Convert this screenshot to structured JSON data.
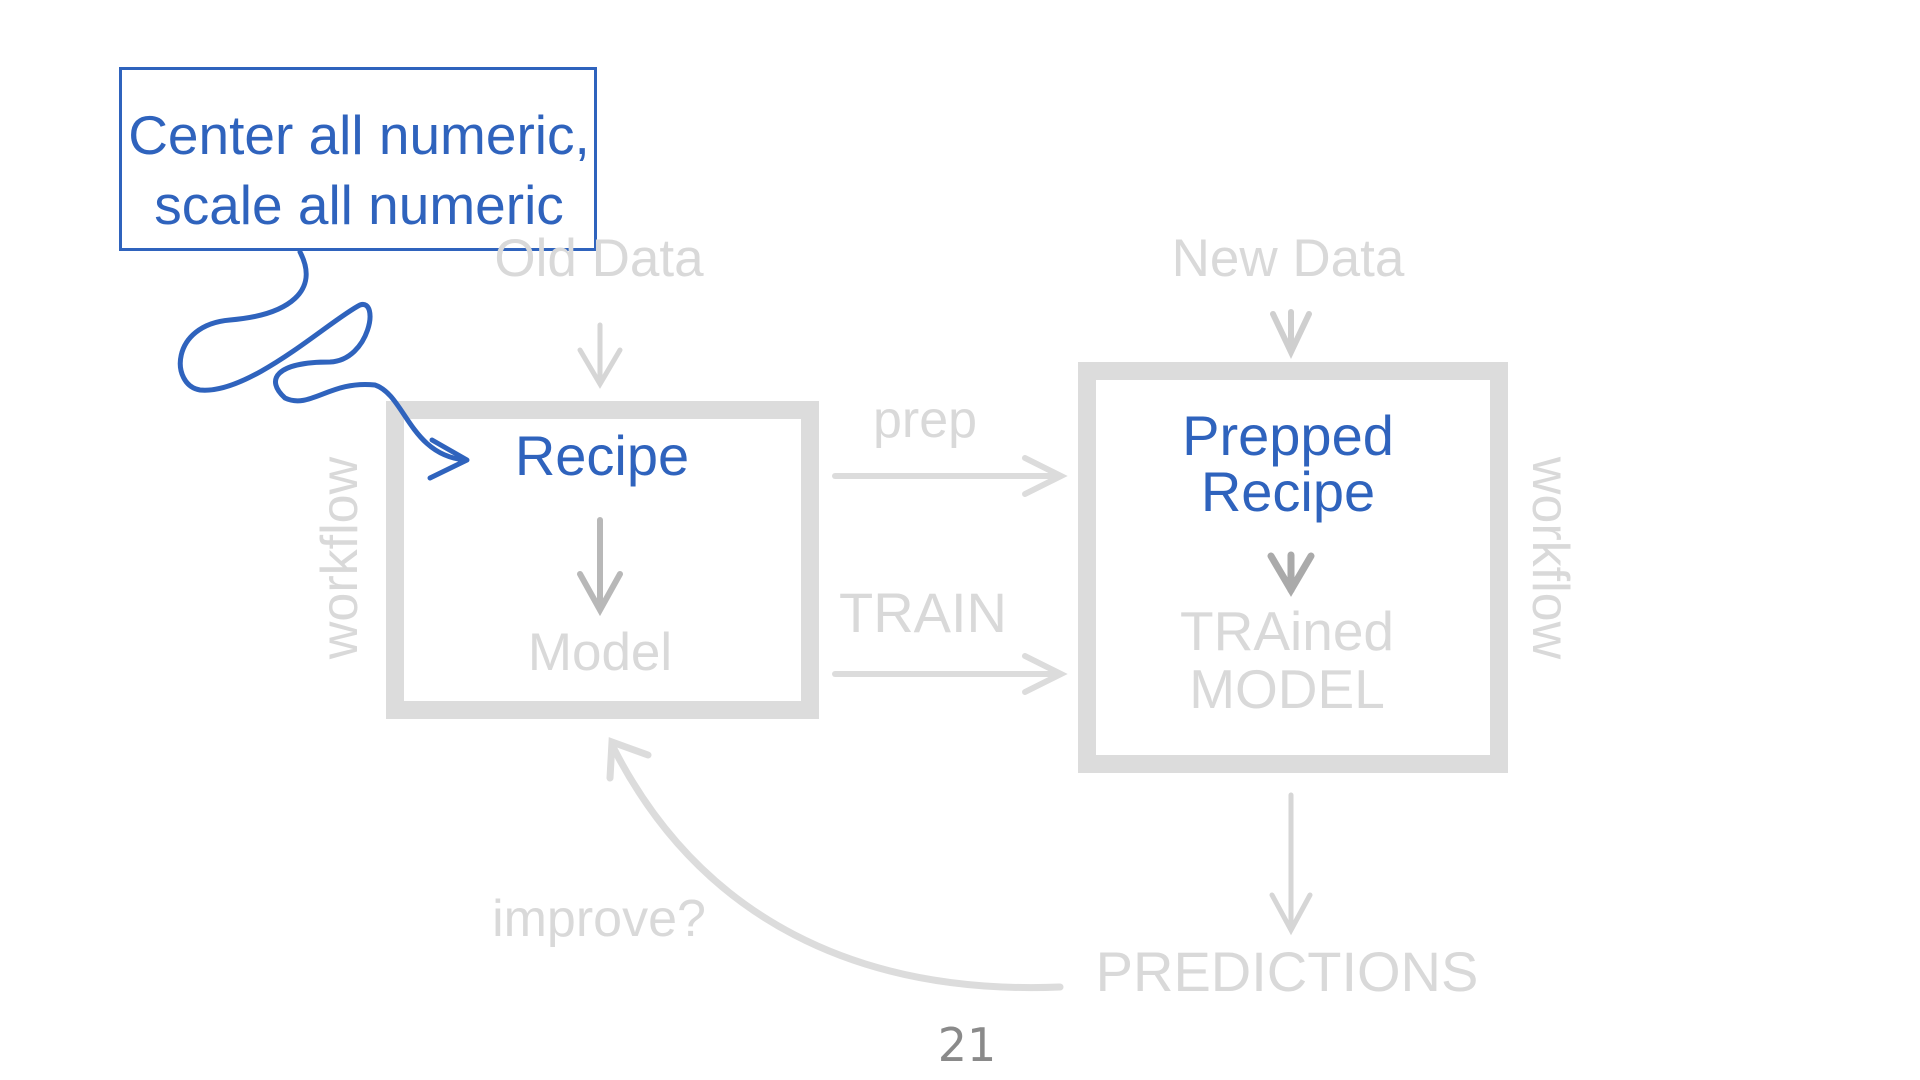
{
  "callout": {
    "text": "Center all numeric,\nscale all numeric"
  },
  "left": {
    "input": "Old Data",
    "top": "Recipe",
    "bottom": "Model",
    "side": "workflow"
  },
  "middle": {
    "prep": "prep",
    "train": "TRAIN"
  },
  "right": {
    "input": "New Data",
    "top_line1": "Prepped",
    "top_line2": "Recipe",
    "bottom_line1": "TRAined",
    "bottom_line2": "MODEL",
    "side": "workflow"
  },
  "output": "PREDICTIONS",
  "feedback": "improve?",
  "page_number": "21",
  "colors": {
    "faded": "#d9d9d9",
    "blue": "#2f63bd",
    "arrow_gray": "#b8b8b8",
    "page_number": "#8a8a8a"
  }
}
